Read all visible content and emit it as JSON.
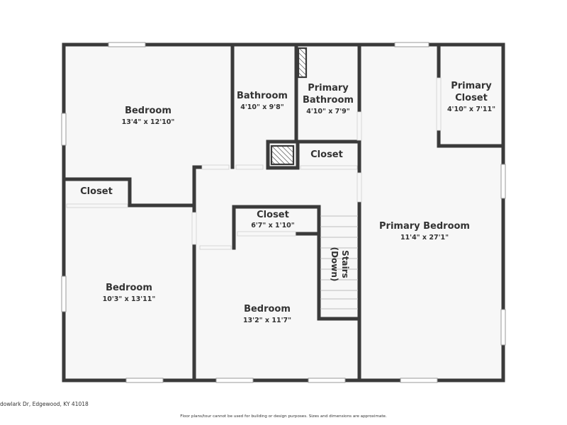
{
  "rooms": {
    "bedroom_top_left": {
      "name": "Bedroom",
      "dims": "13'4\" x 12'10\""
    },
    "bathroom": {
      "name": "Bathroom",
      "dims": "4'10\" x 9'8\""
    },
    "primary_bathroom": {
      "name_line1": "Primary",
      "name_line2": "Bathroom",
      "dims": "4'10\" x 7'9\""
    },
    "primary_closet": {
      "name_line1": "Primary",
      "name_line2": "Closet",
      "dims": "4'10\" x 7'11\""
    },
    "closet_hall_top": {
      "name": "Closet"
    },
    "closet_left": {
      "name": "Closet"
    },
    "closet_center": {
      "name": "Closet",
      "dims": "6'7\" x 1'10\""
    },
    "primary_bedroom": {
      "name": "Primary Bedroom",
      "dims": "11'4\" x 27'1\""
    },
    "stairs": {
      "name_line1": "Stairs",
      "name_line2": "(Down)"
    },
    "bedroom_bottom_left": {
      "name": "Bedroom",
      "dims": "10'3\" x 13'11\""
    },
    "bedroom_bottom_center": {
      "name": "Bedroom",
      "dims": "13'2\" x 11'7\""
    }
  },
  "footer": {
    "address": "dowlark Dr, Edgewood, KY 41018",
    "disclaimer": "Floor plans/tour cannot be used for building or design purposes. Sizes and dimensions are approximate."
  },
  "colors": {
    "wall": "#3a3a3a",
    "floor": "#f7f7f7",
    "window": "#ffffff"
  }
}
